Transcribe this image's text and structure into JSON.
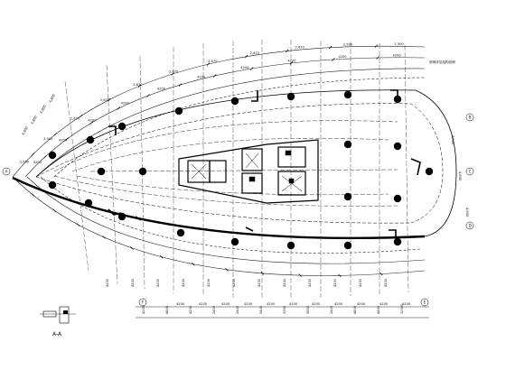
{
  "drawing": {
    "section_label": "A-A",
    "north_note": "说明详见结构说明",
    "top_dims": [
      "2,500",
      "2,500",
      "2,670",
      "2,670",
      "2,670",
      "2,670",
      "2,670",
      "2,670",
      "2,670",
      "2,500",
      "2,500"
    ],
    "second_dims": [
      "4200",
      "4200",
      "4200",
      "4200",
      "4200",
      "4200",
      "4200",
      "4200",
      "4200",
      "4200"
    ],
    "bottom_dims_row1": [
      "4200",
      "4200",
      "4200",
      "4200",
      "4200",
      "4200",
      "4200",
      "4200",
      "4200",
      "4200",
      "4200",
      "4200"
    ],
    "bottom_dims_row2": [
      "4200",
      "4800",
      "4200",
      "2400",
      "2400",
      "2400",
      "3900",
      "3600",
      "2400",
      "4800",
      "4800",
      "12000"
    ],
    "bottom_dims_row3": [
      "4200",
      "4200",
      "4200",
      "4200",
      "4200",
      "4200",
      "4200",
      "4200",
      "4200",
      "4200",
      "4200"
    ],
    "left_dims": [
      "4,800",
      "4,800",
      "4,800",
      "4,800"
    ],
    "right_dims": [
      "4,800",
      "4,800",
      "4,800"
    ],
    "axis_labels": [
      "A",
      "B",
      "C",
      "D",
      "E",
      "F"
    ]
  }
}
